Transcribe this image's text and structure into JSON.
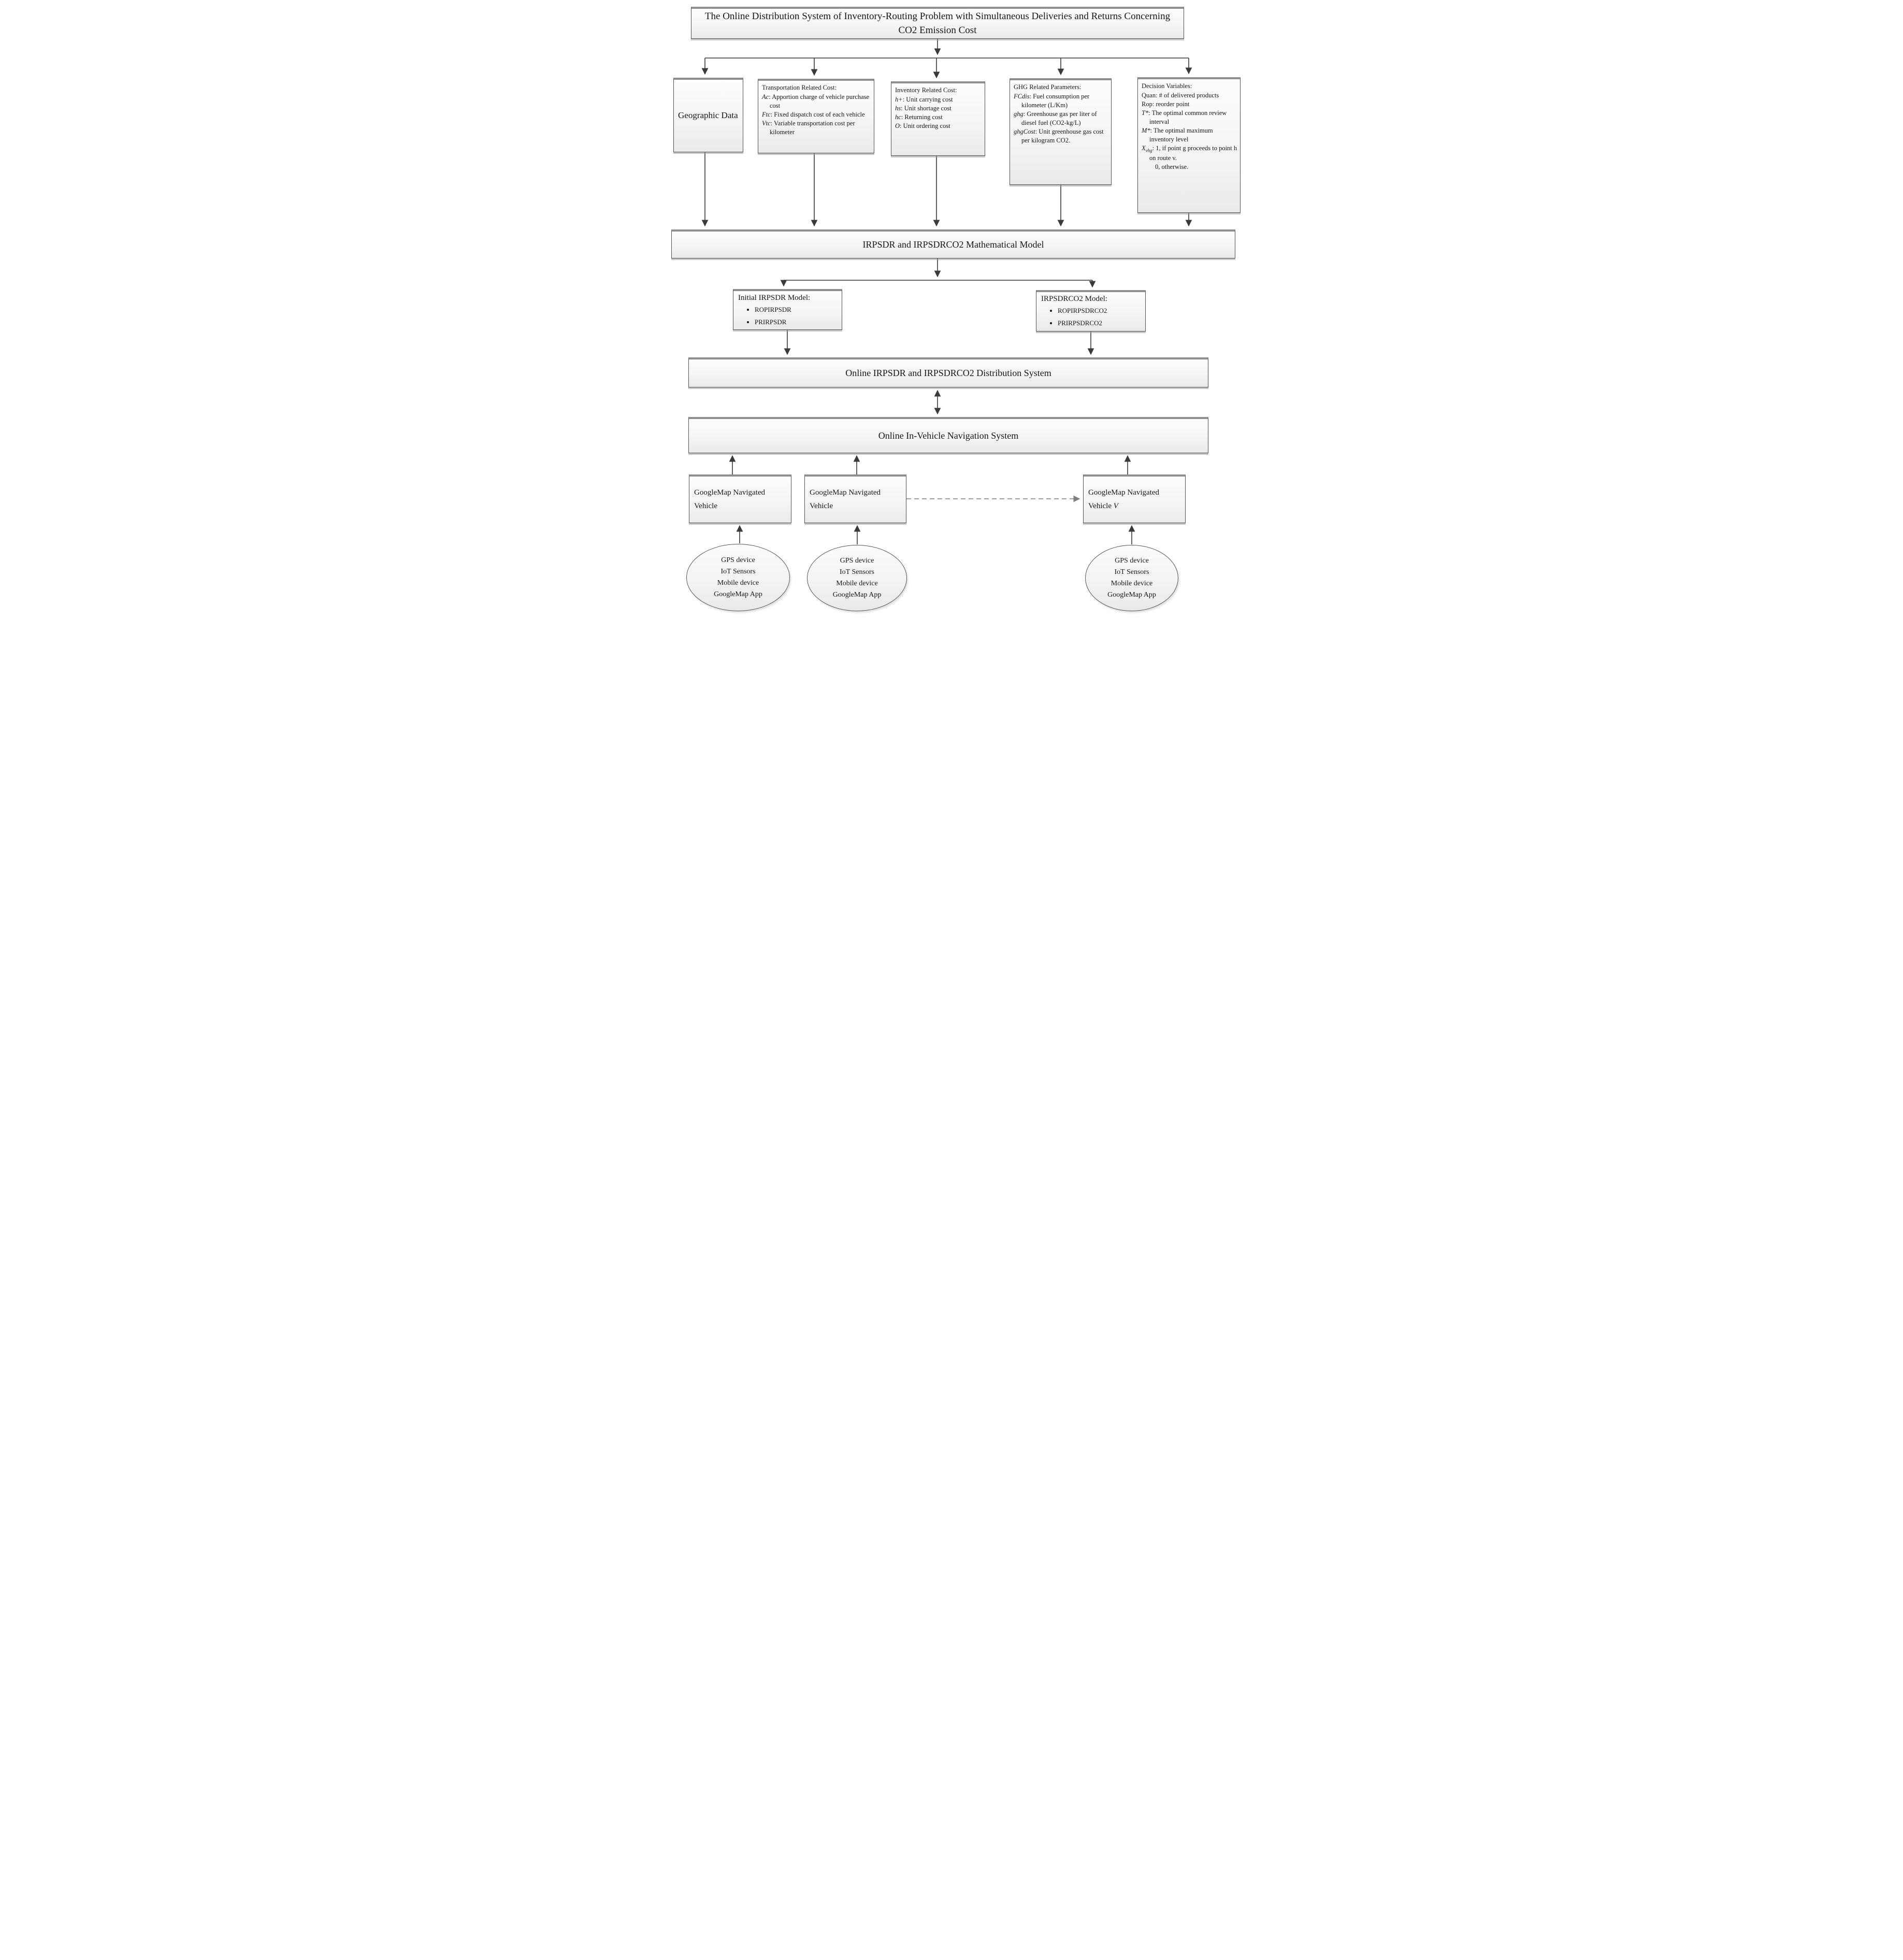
{
  "title": "The Online Distribution System of Inventory-Routing Problem with Simultaneous Deliveries and Returns Concerning CO2 Emission Cost",
  "colors": {
    "box_border": "#505050",
    "box_fill": "#f0f0f0",
    "arrow": "#3a3a3a",
    "dashed_arrow": "#7f7f7f",
    "text": "#161616"
  },
  "inputs": {
    "geographic": {
      "label": "Geographic Data"
    },
    "transportation": {
      "heading": "Transportation Related Cost:",
      "items": [
        {
          "term": "Ac",
          "text": ": Apportion charge of vehicle purchase cost"
        },
        {
          "term": "Ftc",
          "text": ": Fixed dispatch cost of each vehicle"
        },
        {
          "term": "Vtc",
          "text": ": Variable transportation cost per kilometer"
        }
      ]
    },
    "inventory": {
      "heading": "Inventory Related Cost:",
      "items": [
        {
          "term": "h+",
          "text": ": Unit carrying cost"
        },
        {
          "term": "hs",
          "text": ": Unit shortage cost"
        },
        {
          "term": "hc",
          "text": ": Returning cost"
        },
        {
          "term": "O",
          "text": ": Unit ordering cost"
        }
      ]
    },
    "ghg": {
      "heading": "GHG Related Parameters:",
      "items": [
        {
          "term": "FCdis",
          "text": ": Fuel consumption per kilometer (L/Km)"
        },
        {
          "term": "ghg",
          "text": ": Greenhouse gas per liter of diesel fuel (CO2-kg/L)"
        },
        {
          "term": "ghgCost",
          "text": ": Unit greenhouse gas cost per kilogram CO2."
        }
      ]
    },
    "decision": {
      "heading": "Decision Variables:",
      "items": [
        {
          "term": "Quan",
          "text": ": # of delivered products"
        },
        {
          "term": "Rop",
          "text": ": reorder point"
        },
        {
          "term": "T*",
          "text": ": The optimal common review interval"
        },
        {
          "term": "M*",
          "text": ": The optimal maximum inventory level"
        },
        {
          "term": "X",
          "sub": "vhg",
          "text": ": 1, if point g proceeds to point h on route v."
        },
        {
          "term": "",
          "text": "0, otherwise."
        }
      ]
    }
  },
  "math_model": {
    "label": "IRPSDR and IRPSDRCO2 Mathematical Model"
  },
  "models": {
    "initial": {
      "heading": "Initial IRPSDR Model:",
      "bullets": [
        "ROPIRPSDR",
        "PRIRPSDR"
      ]
    },
    "co2": {
      "heading": "IRPSDRCO2 Model:",
      "bullets": [
        "ROPIRPSDRCO2",
        "PRIRPSDRCO2"
      ]
    }
  },
  "distribution_system": {
    "label": "Online IRPSDR and IRPSDRCO2 Distribution System"
  },
  "navigation_system": {
    "label": "Online In-Vehicle Navigation System"
  },
  "vehicles": [
    {
      "label": "GoogleMap Navigated Vehicle",
      "variant": ""
    },
    {
      "label": "GoogleMap Navigated Vehicle",
      "variant": ""
    },
    {
      "label": "GoogleMap Navigated Vehicle",
      "variant": "V"
    }
  ],
  "device_cloud": {
    "lines": [
      "GPS device",
      "IoT Sensors",
      "Mobile device",
      "GoogleMap App"
    ]
  }
}
